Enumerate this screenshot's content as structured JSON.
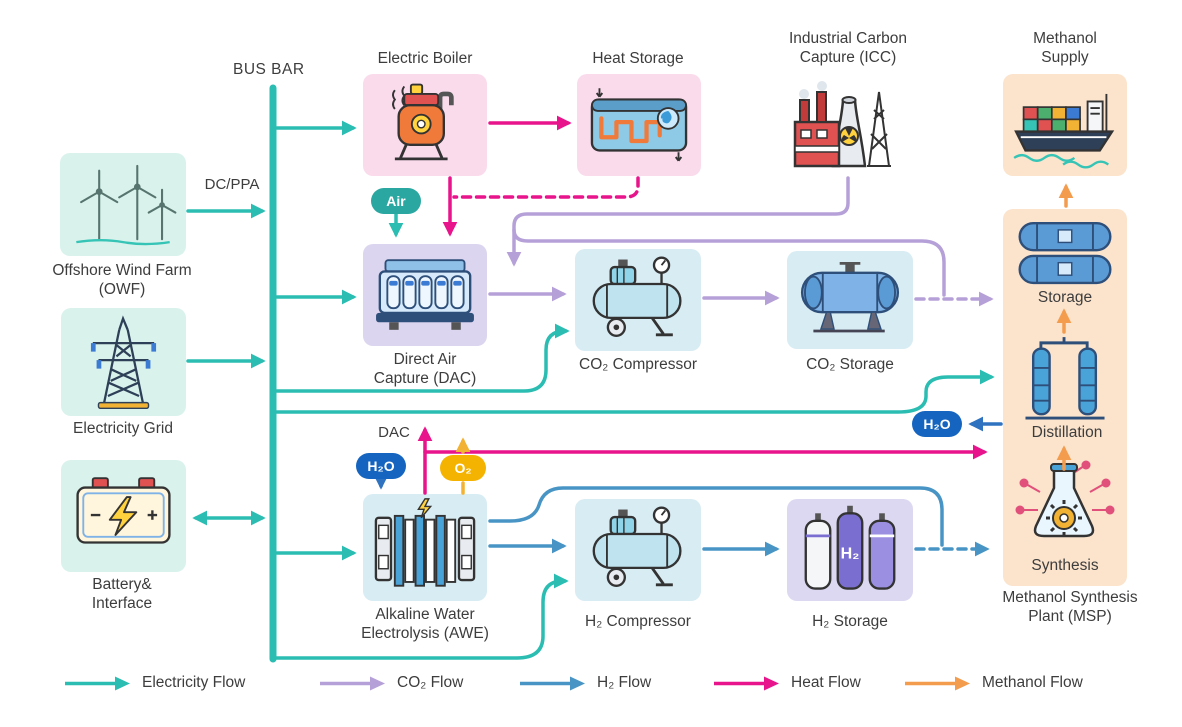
{
  "bus_bar": {
    "label": "BUS BAR"
  },
  "labels": {
    "dc_ppa": "DC/PPA",
    "dac_heat_target": "DAC"
  },
  "badges": {
    "air": "Air",
    "h2o_in": "H₂O",
    "o2_out": "O₂",
    "h2o_out": "H₂O"
  },
  "nodes": {
    "owf": {
      "line1": "Offshore Wind Farm",
      "line2": "(OWF)",
      "icon": "wind-turbines-icon"
    },
    "grid": {
      "line1": "Electricity Grid",
      "icon": "transmission-tower-icon"
    },
    "battery": {
      "line1": "Battery&",
      "line2": "Interface",
      "icon": "battery-icon"
    },
    "boiler": {
      "line1": "Electric Boiler",
      "icon": "electric-boiler-icon"
    },
    "heat_storage": {
      "line1": "Heat Storage",
      "icon": "heat-exchanger-icon"
    },
    "icc": {
      "line1": "Industrial Carbon",
      "line2": "Capture (ICC)",
      "icon": "factory-icon"
    },
    "methanol_supply": {
      "line1": "Methanol",
      "line2": "Supply",
      "icon": "container-ship-icon"
    },
    "dac": {
      "line1": "Direct Air",
      "line2": "Capture (DAC)",
      "icon": "dac-unit-icon"
    },
    "co2_compressor": {
      "line1": "CO₂ Compressor",
      "icon": "compressor-icon"
    },
    "co2_storage": {
      "line1": "CO₂ Storage",
      "icon": "horizontal-tank-icon"
    },
    "awe": {
      "line1": "Alkaline Water",
      "line2": "Electrolysis (AWE)",
      "icon": "electrolyzer-icon"
    },
    "h2_compressor": {
      "line1": "H₂ Compressor",
      "icon": "compressor-icon"
    },
    "h2_storage": {
      "line1": "H₂ Storage",
      "icon": "gas-cylinders-icon",
      "icon_text": "H₂"
    },
    "msp": {
      "storage_label": "Storage",
      "distillation_label": "Distillation",
      "synthesis_label": "Synthesis",
      "caption1": "Methanol Synthesis",
      "caption2": "Plant (MSP)"
    }
  },
  "legend": {
    "items": [
      {
        "label": "Electricity Flow"
      },
      {
        "label": "CO₂ Flow"
      },
      {
        "label": "H₂ Flow"
      },
      {
        "label": "Heat Flow"
      },
      {
        "label": "Methanol Flow"
      }
    ]
  },
  "flow_colors": {
    "electricity": "#2BBDB2",
    "co2": "#B5A1D8",
    "h2": "#4895C5",
    "heat": "#E8148C",
    "methanol": "#F49C4E",
    "oxygen": "#F2B233",
    "water": "#2F73C0"
  },
  "palette": {
    "source_box": "#D9F2EC",
    "heat_box": "#FADBEC",
    "co2_box": "#D8ECF3",
    "dac_box": "#DCD5EF",
    "h2_tank_box": "#DCD8F2",
    "msp_box": "#FBE3CC",
    "air_badge": "#2AA7A0",
    "water_badge": "#1565C0",
    "o2_badge": "#F5B301"
  }
}
